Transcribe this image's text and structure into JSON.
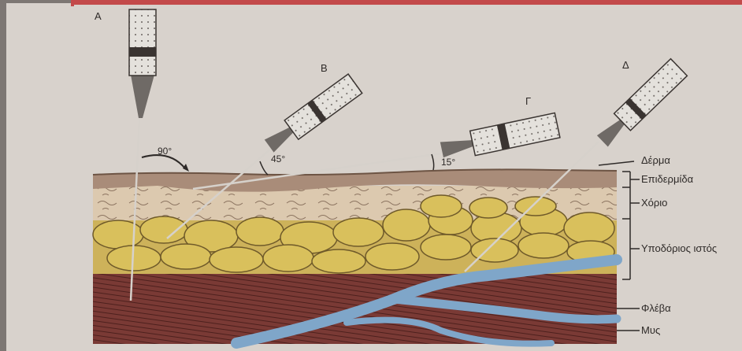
{
  "colors": {
    "page": "#7d7773",
    "paper": "#d8d2cc",
    "frame_border": "#c34a4a",
    "skin_top": "#b89178",
    "epidermis": "#a98c79",
    "dermis": "#d9c5ab",
    "fat": "#d7bd58",
    "fat_outline": "#6f5a2a",
    "muscle": "#7a3a35",
    "vein": "#7fa6c9",
    "syringe_body": "#e4e1dc",
    "syringe_plunger": "#3a3431",
    "needle": "#cfcac4",
    "text": "#2e2a28"
  },
  "labels": {
    "syringe_a": "A",
    "syringe_b": "B",
    "syringe_g": "Γ",
    "syringe_d": "Δ",
    "angle_a": "90°",
    "angle_b": "45°",
    "angle_g": "15°",
    "skin": "Δέρμα",
    "epidermis": "Επιδερμίδα",
    "dermis": "Χόριο",
    "subcutaneous": "Υποδόριος ιστός",
    "vein": "Φλέβα",
    "muscle": "Μυς"
  }
}
